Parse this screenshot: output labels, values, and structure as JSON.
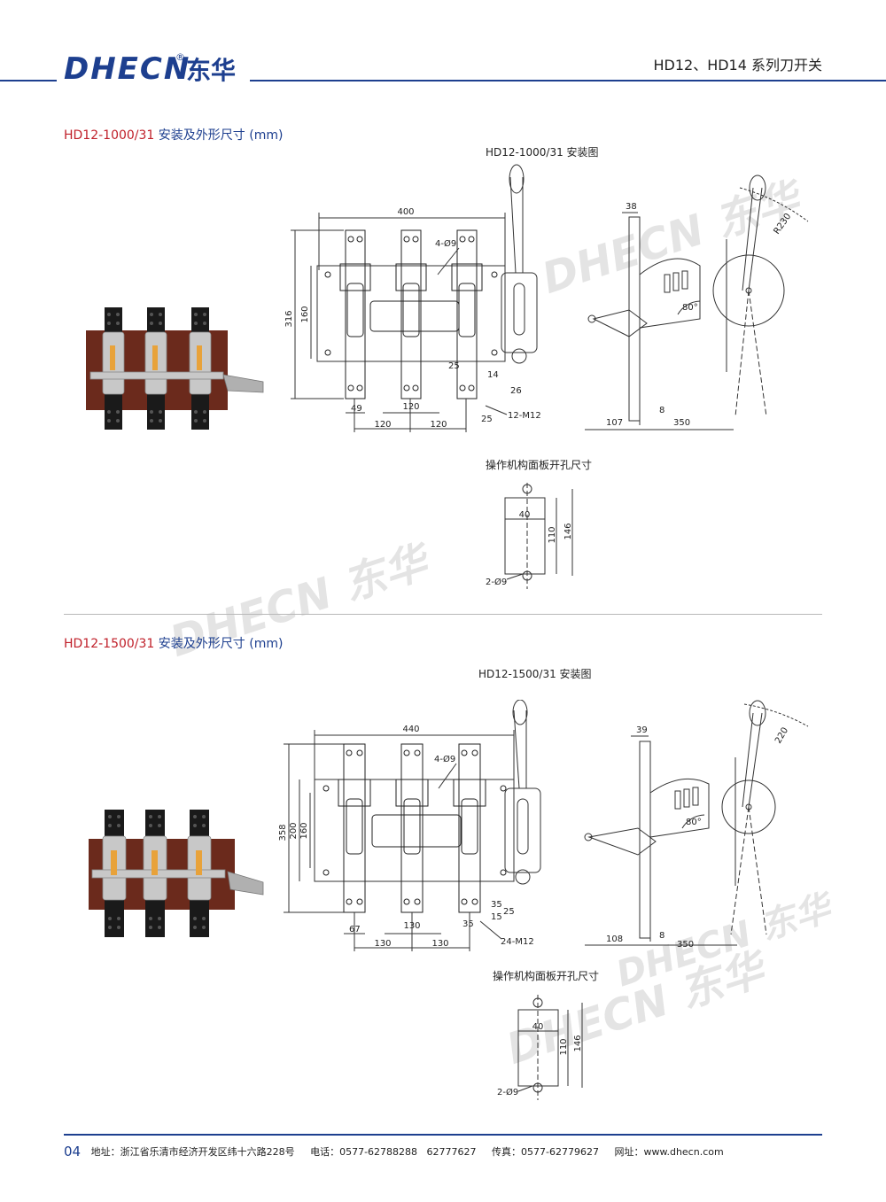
{
  "header": {
    "logo_text": "DHECN",
    "logo_cn": "东华",
    "logo_mark": "®",
    "title": "HD12、HD14 系列刀开关",
    "accent_color": "#1d3f8f",
    "title_red": "#c0202a"
  },
  "sections": [
    {
      "model": "HD12-1000/31",
      "title_suffix": "安装及外形尺寸 (mm)",
      "install_caption": "HD12-1000/31 安装图",
      "panel_caption": "操作机构面板开孔尺寸",
      "front_dims": {
        "width": "400",
        "height_total": "316",
        "height_inner": "160",
        "holes": "4-Ø9",
        "left_margin": "49",
        "pitch_mid": "120",
        "pitch_a": "120",
        "pitch_b": "120",
        "d25a": "25",
        "d14": "14",
        "d26": "26",
        "d25b": "25",
        "thread": "12-M12"
      },
      "side_dims": {
        "top": "38",
        "radius": "R230",
        "angle": "80°",
        "d107": "107",
        "d8": "8",
        "d350": "350"
      },
      "panel_dims": {
        "w": "40",
        "h1": "110",
        "h2": "146",
        "holes": "2-Ø9"
      }
    },
    {
      "model": "HD12-1500/31",
      "title_suffix": "安装及外形尺寸 (mm)",
      "install_caption": "HD12-1500/31 安装图",
      "panel_caption": "操作机构面板开孔尺寸",
      "front_dims": {
        "width": "440",
        "height_total": "358",
        "height_mid": "200",
        "height_inner": "160",
        "holes": "4-Ø9",
        "left_margin": "67",
        "pitch_mid": "130",
        "pitch_a": "130",
        "pitch_b": "130",
        "d35a": "35",
        "d15": "15",
        "d25": "25",
        "d35b": "35",
        "thread": "24-M12"
      },
      "side_dims": {
        "top": "39",
        "radius": "220",
        "angle": "80°",
        "d108": "108",
        "d8": "8",
        "d350": "350"
      },
      "panel_dims": {
        "w": "40",
        "h1": "110",
        "h2": "146",
        "holes": "2-Ø9"
      }
    }
  ],
  "watermark": "DHECN 东华",
  "footer": {
    "page": "04",
    "address_label": "地址：",
    "address": "浙江省乐清市经济开发区纬十六路228号",
    "phone_label": "电话：",
    "phone": "0577-62788288   62777627",
    "fax_label": "传真：",
    "fax": "0577-62779627",
    "web_label": "网址：",
    "web": "www.dhecn.com"
  }
}
